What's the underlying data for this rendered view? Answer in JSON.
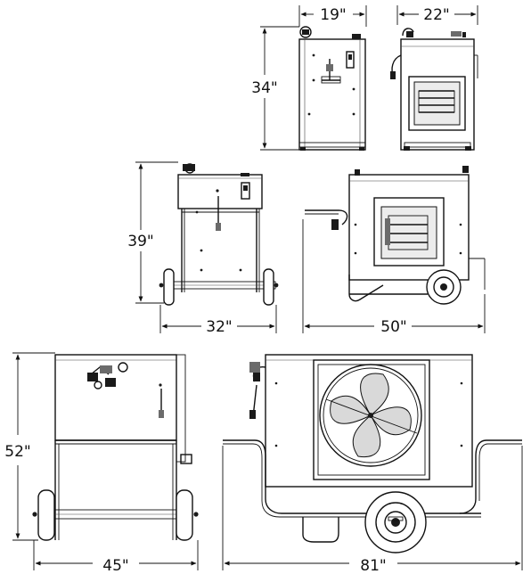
{
  "dimensions": {
    "front_top_width": "19\"",
    "side_top_width": "22\"",
    "top_height": "34\"",
    "mid_height": "39\"",
    "mid_left_width": "32\"",
    "mid_right_length": "50\"",
    "bottom_height": "52\"",
    "bottom_left_width": "45\"",
    "bottom_right_length": "81\""
  },
  "icons": {
    "fan": "fan-blade-icon",
    "wheel": "wheel-icon",
    "arrow": "dimension-arrow-icon"
  },
  "colors": {
    "ink": "#111111",
    "background": "#ffffff"
  }
}
